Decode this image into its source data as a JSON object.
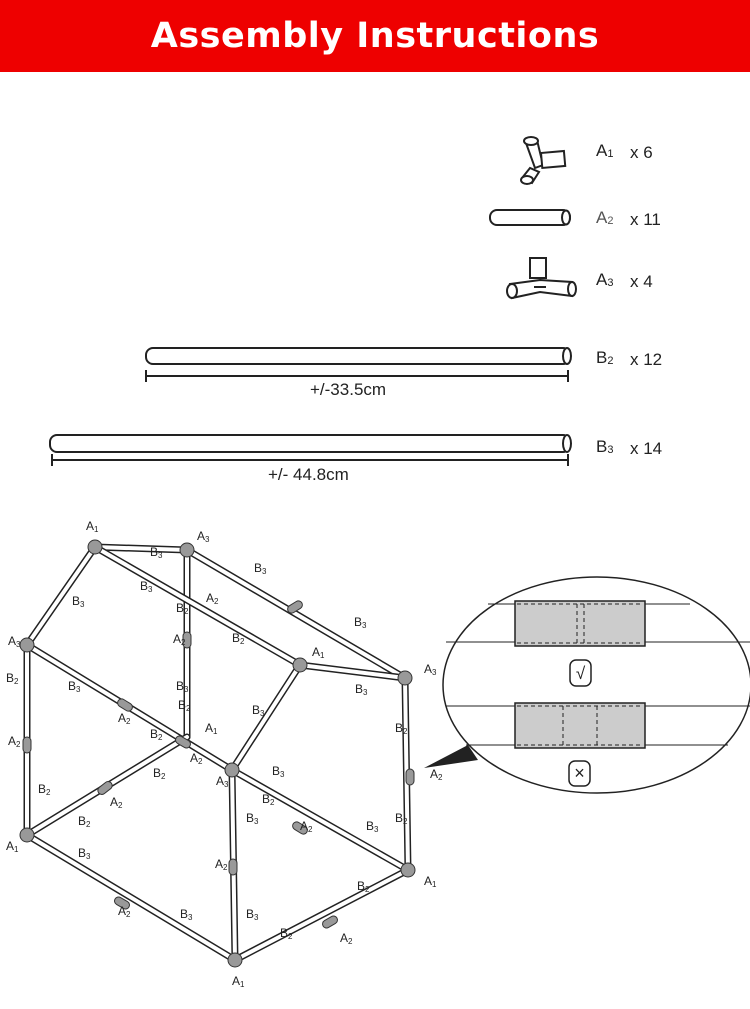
{
  "header": {
    "title": "Assembly Instructions",
    "color": "#ee0000"
  },
  "parts": [
    {
      "code": "A",
      "sub": "1",
      "qty": "x 6",
      "icon": "three-way-corner-connector"
    },
    {
      "code": "A",
      "sub": "2",
      "qty": "x 11",
      "icon": "straight-connector"
    },
    {
      "code": "A",
      "sub": "3",
      "qty": "x 4",
      "icon": "four-way-t-connector"
    },
    {
      "code": "B",
      "sub": "2",
      "qty": "x 12",
      "icon": "short-tube",
      "length": "+/-33.5cm"
    },
    {
      "code": "B",
      "sub": "3",
      "qty": "x 14",
      "icon": "long-tube",
      "length": "+/- 44.8cm"
    }
  ],
  "diagram": {
    "labels": [
      "A1",
      "A3",
      "A3",
      "A1",
      "A3",
      "A1",
      "A3",
      "A1",
      "A1",
      "A1",
      "B3",
      "B3",
      "B3",
      "B3",
      "B3",
      "B2",
      "A2",
      "B2",
      "A2",
      "B3",
      "B3",
      "B3",
      "B3",
      "B2",
      "A2",
      "B2",
      "B3",
      "A2",
      "B3",
      "B3",
      "A2",
      "B3",
      "B2",
      "A2",
      "B2",
      "B2",
      "A2",
      "B2",
      "B2",
      "A2",
      "B2",
      "B3",
      "A2",
      "B3",
      "B2",
      "A2",
      "B2",
      "A2",
      "B2"
    ],
    "check_symbol": "√",
    "cross_symbol": "×"
  }
}
